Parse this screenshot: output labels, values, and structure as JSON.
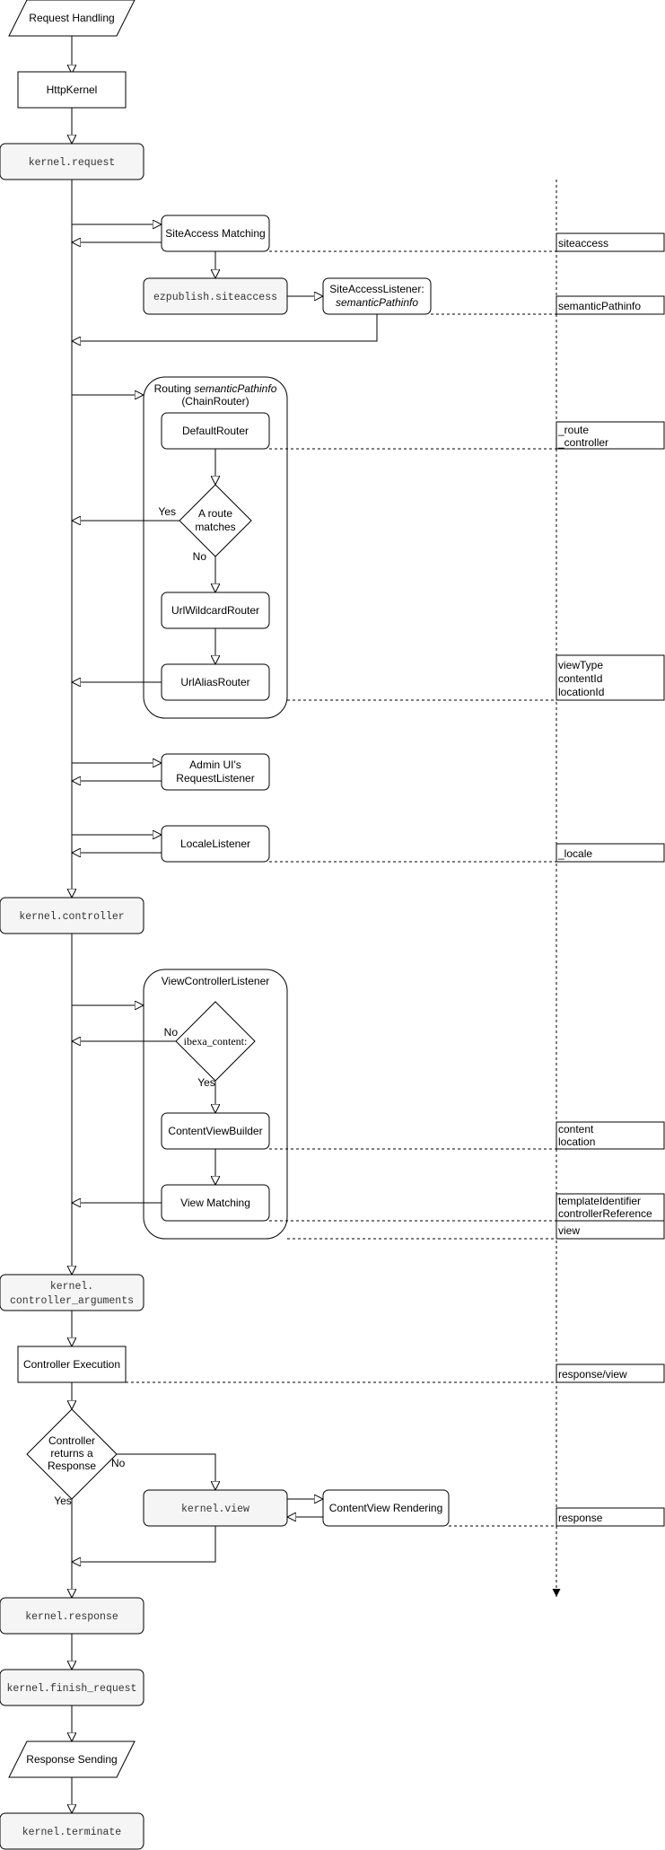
{
  "nodes": {
    "request_handling": "Request Handling",
    "http_kernel": "HttpKernel",
    "kernel_request": "kernel.request",
    "siteaccess_matching": "SiteAccess Matching",
    "ezpublish_siteaccess": "ezpublish.siteaccess",
    "siteaccess_listener_1": "SiteAccessListener:",
    "siteaccess_listener_2": "semanticPathinfo",
    "routing_group_1a": "Routing ",
    "routing_group_1b": "semanticPathinfo",
    "routing_group_2": "(ChainRouter)",
    "default_router": "DefaultRouter",
    "route_matches_1": "A route",
    "route_matches_2": "matches",
    "urlwildcard_router": "UrlWildcardRouter",
    "urlalias_router": "UrlAliasRouter",
    "admin_ui_1": "Admin UI's",
    "admin_ui_2": "RequestListener",
    "locale_listener": "LocaleListener",
    "kernel_controller": "kernel.controller",
    "view_controller_listener": "ViewControllerListener",
    "ibexa_content": "ibexa_content:",
    "content_view_builder": "ContentViewBuilder",
    "view_matching": "View Matching",
    "kernel_controller_arguments_1": "kernel.",
    "kernel_controller_arguments_2": "controller_arguments",
    "controller_execution": "Controller Execution",
    "controller_returns_1": "Controller",
    "controller_returns_2": "returns a",
    "controller_returns_3": "Response",
    "kernel_view": "kernel.view",
    "contentview_rendering": "ContentView Rendering",
    "kernel_response": "kernel.response",
    "kernel_finish_request": "kernel.finish_request",
    "response_sending": "Response Sending",
    "kernel_terminate": "kernel.terminate"
  },
  "edge_labels": {
    "yes_route": "Yes",
    "no_route": "No",
    "no_ibexa": "No",
    "yes_ibexa": "Yes",
    "no_controller": "No",
    "yes_controller": "Yes"
  },
  "attributes": {
    "siteaccess": "siteaccess",
    "semantic_pathinfo": "semanticPathinfo",
    "route_1": "_route",
    "route_2": "_controller",
    "view_type_1": "viewType",
    "view_type_2": "contentId",
    "view_type_3": "locationId",
    "locale": "_locale",
    "content_1": "content",
    "content_2": "location",
    "template_1": "templateIdentifier",
    "template_2": "controllerReference",
    "view": "view",
    "response_view": "response/view",
    "response": "response"
  }
}
